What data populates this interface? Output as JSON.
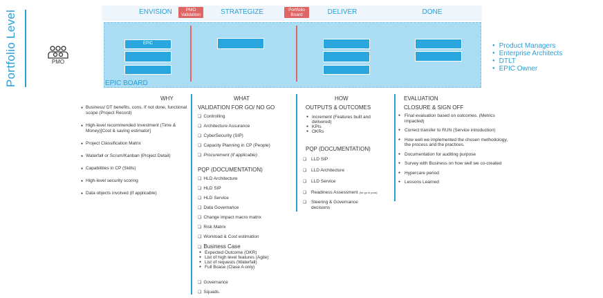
{
  "side": {
    "title": "Portfolio Level"
  },
  "pmo": {
    "label": "PMO",
    "icon": "people-group-icon"
  },
  "stages": [
    "ENVISION",
    "STRATEGIZE",
    "DELIVER",
    "DONE"
  ],
  "gates": [
    {
      "line1": "PMO",
      "line2": "Validation"
    },
    {
      "line1": "Portfolio",
      "line2": "Board"
    }
  ],
  "board": {
    "label": "EPIC BOARD",
    "first_card": "EPIC"
  },
  "stakeholders": [
    "Product Managers",
    "Enterprise Architects",
    "DTLT",
    "EPIC Owner"
  ],
  "why": {
    "heading": "WHY",
    "items": [
      "Business/ DT benefits, cons. If not done, functional scope (Project Record)",
      "High-level recommended Investment (Time & Money)[Cost & saving estimator]",
      "Project Classification Matrix",
      "Waterfall or  Scrum/Kanban  (Project Detail)",
      "Capabilities in CP (Skills)",
      "High-level security scoring",
      "Data objects involved (If applicable)"
    ]
  },
  "what": {
    "heading": "WHAT",
    "sub1": "VALIDATION FOR GO/ NO GO",
    "validation": [
      "Controlling",
      "Architecture Assurance",
      "CyberSecurity (SIP)",
      "Capacity Planning in CP (People)",
      "Procurement (if applicable)"
    ],
    "sub2": "PQP (DOCUMENTATION)",
    "docs": [
      "HLD Architecture",
      "HLD SIP",
      "HLD Service",
      "Data Governance",
      "Change Impact macro matrix",
      "Risk Matrix",
      "Workload & Cost estimation"
    ],
    "business_case": "Business Case",
    "bc_items": [
      "Expected Outcome (OKR)",
      "List of high level features (Agile)",
      "List of requests (Waterfall)",
      "Full Bcase (Clase A only)"
    ],
    "tail": [
      "Governance",
      "Squads."
    ]
  },
  "how": {
    "heading": "HOW",
    "sub1": "OUTPUTS & OUTCOMES",
    "outputs": [
      "Increment (Features built and delivered)",
      "KPIs",
      "OKRs"
    ],
    "sub2": "PQP (DOCUMENTATION)",
    "docs": [
      "LLD SIP",
      "LLD Architecture",
      "LLD Service",
      "Readiness Assessment",
      "Steering & Governance decisions"
    ],
    "readiness_note": "(for go in prod)"
  },
  "evaluation": {
    "heading": "EVALUATION",
    "sub": "CLOSURE & SIGN OFF",
    "items": [
      "Final evaluation based on outcomes. (Metrics impacted)",
      "Correct transfer to RUN (Service introduction)",
      "How well we implemented the chosen methodology, the process and the practices.",
      "Documentation for auditing purpose",
      "Survey with Business on how well we co-created",
      "Hypercare period",
      "Lessons Learned"
    ]
  },
  "colors": {
    "accent": "#2a9fd6",
    "board": "#aadcf3",
    "card": "#2aa6de",
    "gate": "#e06666"
  }
}
